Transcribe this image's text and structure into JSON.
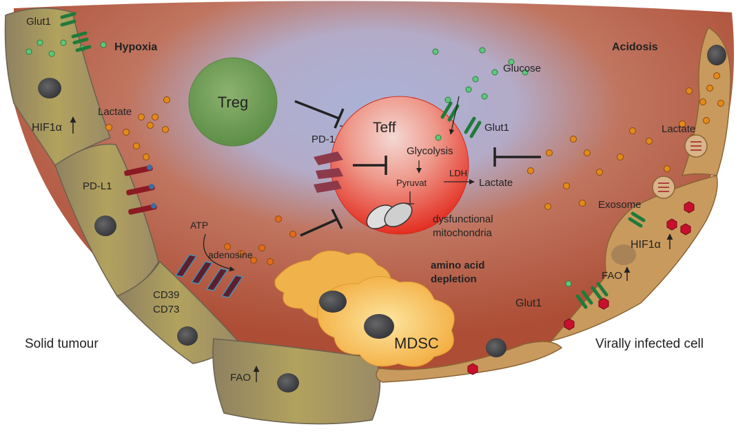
{
  "labels": {
    "glut1_tumour": "Glut1",
    "hypoxia": "Hypoxia",
    "hif1a_tumour": "HIF1α",
    "lactate_left": "Lactate",
    "pdl1": "PD-L1",
    "atp": "ATP",
    "adenosine": "adenosine",
    "cd39": "CD39",
    "cd73": "CD73",
    "solid_tumour": "Solid tumour",
    "fao_tumour": "FAO",
    "treg": "Treg",
    "pd1": "PD-1",
    "teff": "Teff",
    "glucose": "Glucose",
    "glut1_teff": "Glut1",
    "glycolysis": "Glycolysis",
    "pyruvat": "Pyruvat",
    "ldh": "LDH",
    "lactate_teff": "Lactate",
    "dysfunctional": "dysfunctional",
    "mitochondria": "mitochondria",
    "amino_acid": "amino acid",
    "depletion": "depletion",
    "mdsc": "MDSC",
    "acidosis": "Acidosis",
    "lactate_right": "Lactate",
    "exosome": "Exosome",
    "hif1a_virus": "HIF1α",
    "fao_virus": "FAO",
    "glut1_virus": "Glut1",
    "virally_infected": "Virally infected cell"
  },
  "colors": {
    "tme_red": "#b5523a",
    "tme_blue": "#a9b0d4",
    "tumour_cell": "#a89860",
    "treg": "#6f9d55",
    "teff": "#e8392b",
    "mdsc": "#f3b13d",
    "virus_cell": "#c99a5e",
    "glucose": "#5ec87a",
    "lactate": "#e38a1a",
    "glut1": "#1f7a3a",
    "virus": "#c8102e"
  }
}
